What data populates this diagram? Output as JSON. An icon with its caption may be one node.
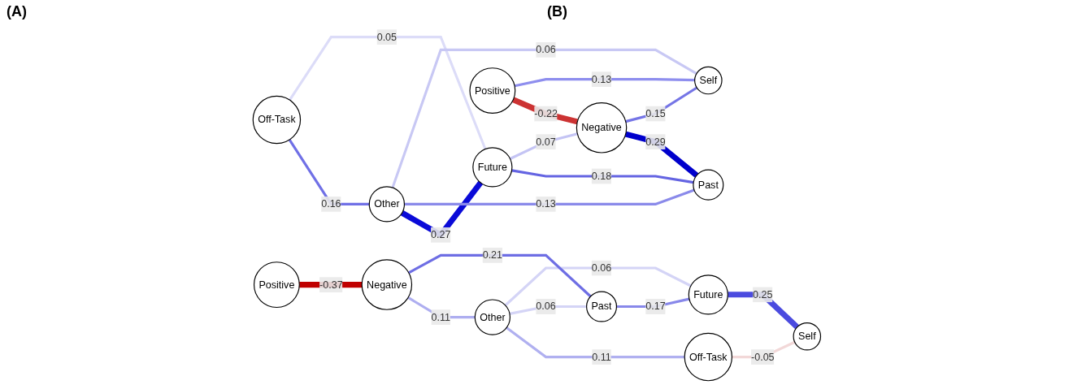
{
  "diagram": {
    "nodes": [
      {
        "text": [
          "Off-Task"
        ]
      },
      {
        "text": [
          "Other"
        ]
      },
      {
        "text": [
          "Future"
        ]
      },
      {
        "text": [
          "Past"
        ]
      },
      {
        "text": [
          "Positive"
        ]
      },
      {
        "text": [
          "Negative"
        ]
      },
      {
        "text": [
          "Self"
        ]
      },
      {
        "text": [
          "Other"
        ]
      },
      {
        "text": [
          "Off-Task"
        ]
      },
      {
        "text": [
          "Positive"
        ]
      },
      {
        "text": [
          "Negative"
        ]
      },
      {
        "text": [
          "Self"
        ]
      },
      {
        "text": [
          "Past"
        ]
      },
      {
        "text": [
          "Future"
        ]
      }
    ],
    "edges": [
      {
        "from": 0,
        "to": 1,
        "arrow": "none",
        "label": "0.16",
        "color": "#7070e6"
      },
      {
        "from": 0,
        "to": 2,
        "arrow": "none",
        "label": "0.05",
        "color": "#dcdcf8"
      },
      {
        "from": 1,
        "to": 2,
        "arrow": "none",
        "label": "0.27",
        "style": "thick",
        "color": "#0a0ad8"
      },
      {
        "from": 1,
        "to": 3,
        "arrow": "none",
        "label": "0.13",
        "color": "#8a8aea"
      },
      {
        "from": 2,
        "to": 3,
        "arrow": "none",
        "label": "0.18",
        "color": "#6464e2"
      },
      {
        "from": 2,
        "to": 5,
        "arrow": "none",
        "label": "0.07",
        "color": "#c4c4f4"
      },
      {
        "from": 1,
        "to": 6,
        "arrow": "none",
        "label": "0.06",
        "color": "#c8c8f4"
      },
      {
        "from": 5,
        "to": 3,
        "arrow": "none",
        "label": "0.29",
        "style": "thick",
        "color": "#0000cc"
      },
      {
        "from": 4,
        "to": 5,
        "arrow": "none",
        "label": "-0.22",
        "style": "thick",
        "color": "#cc3333"
      },
      {
        "from": 4,
        "to": 6,
        "arrow": "none",
        "label": "0.13",
        "color": "#8e8eee"
      },
      {
        "from": 5,
        "to": 6,
        "arrow": "none",
        "label": "0.15",
        "color": "#7575e6"
      },
      {
        "from": 9,
        "to": 10,
        "arrow": "none",
        "label": "-0.37",
        "style": "thick",
        "color": "#c00000"
      },
      {
        "from": 10,
        "to": 7,
        "arrow": "none",
        "label": "0.11",
        "color": "#aeaef0"
      },
      {
        "from": 7,
        "to": 8,
        "arrow": "none",
        "label": "0.11",
        "color": "#b0b0f0"
      },
      {
        "from": 7,
        "to": 12,
        "arrow": "none",
        "label": "0.06",
        "color": "#d4d4f6"
      },
      {
        "from": 7,
        "to": 13,
        "arrow": "none",
        "label": "0.06",
        "color": "#d4d4f6"
      },
      {
        "from": 8,
        "to": 11,
        "arrow": "none",
        "label": "-0.05",
        "color": "#f2d8d8"
      },
      {
        "from": 10,
        "to": 12,
        "arrow": "none",
        "label": "0.21",
        "color": "#6e6ee4"
      },
      {
        "from": 12,
        "to": 13,
        "arrow": "none",
        "label": "0.17",
        "color": "#8888ea"
      },
      {
        "from": 13,
        "to": 11,
        "arrow": "none",
        "label": "0.25",
        "style": "thick",
        "color": "#4b4bdf"
      }
    ],
    "labels": [
      "(A)",
      "(B)"
    ]
  }
}
